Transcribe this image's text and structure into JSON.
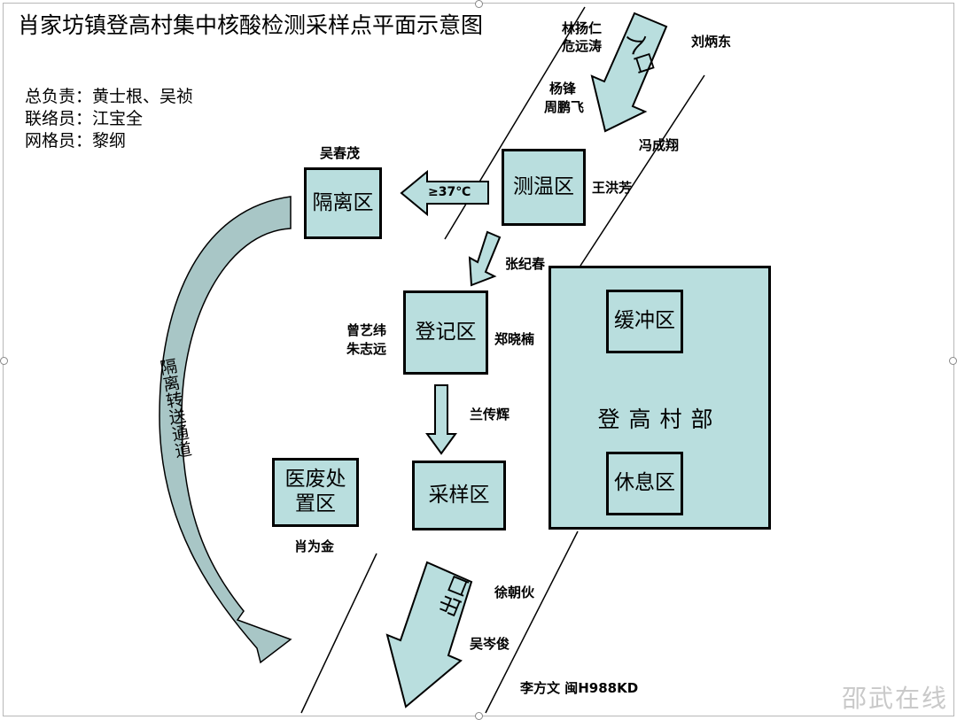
{
  "title": "肖家坊镇登高村集中核酸检测采样点平面示意图",
  "info": [
    "总负责：黄士根、吴祯",
    "联络员：江宝全",
    "网格员：黎纲"
  ],
  "zones": {
    "isolation": "隔离区",
    "temperature": "测温区",
    "registration": "登记区",
    "medical_waste": "医废处\n置区",
    "sampling": "采样区",
    "village_office": "登高村部",
    "buffer": "缓冲区",
    "rest": "休息区"
  },
  "labels": {
    "entrance": "入口",
    "exit": "出口",
    "fever": "≥37℃",
    "channel": "隔离转送通道"
  },
  "people": [
    "林扬仁",
    "危远涛",
    "刘炳东",
    "杨锋",
    "周鹏飞",
    "冯成翔",
    "吴春茂",
    "王洪芳",
    "张纪春",
    "曾艺纬",
    "朱志远",
    "郑晓楠",
    "兰传辉",
    "肖为金",
    "徐朝伙",
    "吴岑俊",
    "李方文 闽H988KD"
  ],
  "colors": {
    "zone_fill": "#b9dede",
    "channel_fill": "#a8c6c6"
  },
  "watermark": "邵武在线"
}
